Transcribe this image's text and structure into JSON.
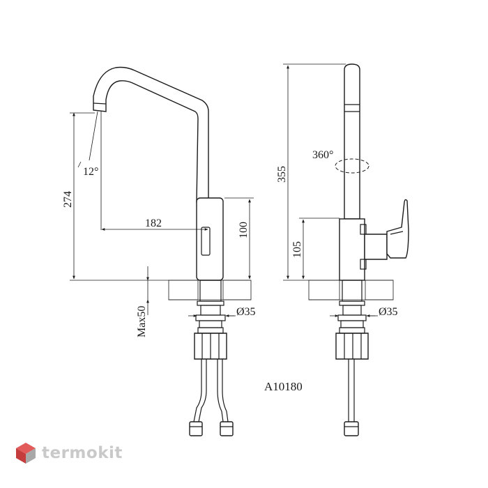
{
  "dimensions": {
    "left_height": "274",
    "spout_reach": "182",
    "body_height": "100",
    "spray_angle": "12°",
    "max_thickness": "Max50",
    "left_diameter": "Ø35",
    "right_height": "355",
    "rotation": "360°",
    "handle_height": "105",
    "right_diameter": "Ø35"
  },
  "model_number": "A10180",
  "watermark": {
    "brand": "termokit",
    "colors": {
      "top": "#e25a5a",
      "left": "#c43c3c",
      "right": "#a8a8a8"
    }
  }
}
